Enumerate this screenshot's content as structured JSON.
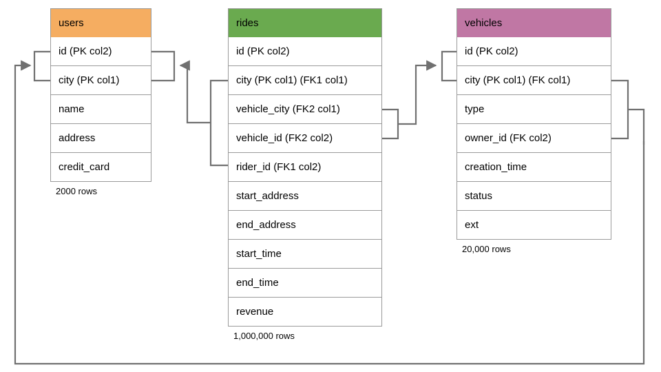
{
  "diagram": {
    "title": "Database schema entity relationship diagram",
    "background_color": "#ffffff",
    "line_color": "#707070",
    "border_color": "#9a9a9a"
  },
  "tables": [
    {
      "id": "users",
      "name": "users",
      "header_color": "#f5ad61",
      "row_count_label": "2000 rows",
      "fields": [
        "id (PK col2)",
        "city (PK col1)",
        "name",
        "address",
        "credit_card"
      ]
    },
    {
      "id": "rides",
      "name": "rides",
      "header_color": "#6aaa4f",
      "row_count_label": "1,000,000 rows",
      "fields": [
        "id (PK col2)",
        "city (PK col1) (FK1 col1)",
        "vehicle_city (FK2 col1)",
        "vehicle_id (FK2 col2)",
        "rider_id (FK1 col2)",
        "start_address",
        "end_address",
        "start_time",
        "end_time",
        "revenue"
      ]
    },
    {
      "id": "vehicles",
      "name": "vehicles",
      "header_color": "#c077a4",
      "row_count_label": "20,000 rows",
      "fields": [
        "id (PK col2)",
        "city (PK col1) (FK col1)",
        "type",
        "owner_id (FK col2)",
        "creation_time",
        "status",
        "ext"
      ]
    }
  ],
  "relationships": [
    {
      "id": "rides-fk1-users",
      "from_table": "rides",
      "from_fields": [
        "city (PK col1) (FK1 col1)",
        "rider_id (FK1 col2)"
      ],
      "to_table": "users",
      "to_fields": [
        "id (PK col2)",
        "city (PK col1)"
      ],
      "direction": "rides-to-users"
    },
    {
      "id": "rides-fk2-vehicles",
      "from_table": "rides",
      "from_fields": [
        "vehicle_city (FK2 col1)",
        "vehicle_id (FK2 col2)"
      ],
      "to_table": "vehicles",
      "to_fields": [
        "id (PK col2)",
        "city (PK col1) (FK col1)"
      ],
      "direction": "rides-to-vehicles"
    },
    {
      "id": "vehicles-fk-users",
      "from_table": "vehicles",
      "from_fields": [
        "city (PK col1) (FK col1)",
        "owner_id (FK col2)"
      ],
      "to_table": "users",
      "to_fields": [
        "id (PK col2)",
        "city (PK col1)"
      ],
      "direction": "vehicles-to-users"
    }
  ]
}
